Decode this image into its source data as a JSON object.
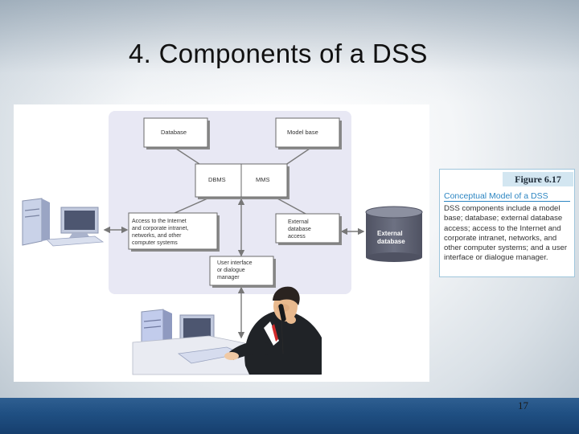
{
  "slide": {
    "title": "4. Components of a DSS",
    "page_number": "17"
  },
  "diagram": {
    "boxes": {
      "database": "Database",
      "model_base": "Model base",
      "dbms": "DBMS",
      "mms": "MMS",
      "access_networks": [
        "Access to the Internet",
        "and corporate intranet,",
        "networks, and other",
        "computer systems"
      ],
      "external_access": [
        "External",
        "database",
        "access"
      ],
      "user_interface": [
        "User interface",
        "or dialogue",
        "manager"
      ]
    },
    "external_database": [
      "External",
      "database"
    ]
  },
  "caption": {
    "figure_label": "Figure 6.17",
    "title": "Conceptual Model of a DSS",
    "body": "DSS components include a model base; database; external database access; access to the Internet and corporate intranet, networks, and other computer systems; and a user interface or dialogue manager."
  },
  "colors": {
    "panel_bg": "#e8e8f4",
    "box_border": "#6a6a6a",
    "cylinder": "#5d6070",
    "caption_accent": "#2d86c2",
    "footer_band": "#1f4f82"
  }
}
